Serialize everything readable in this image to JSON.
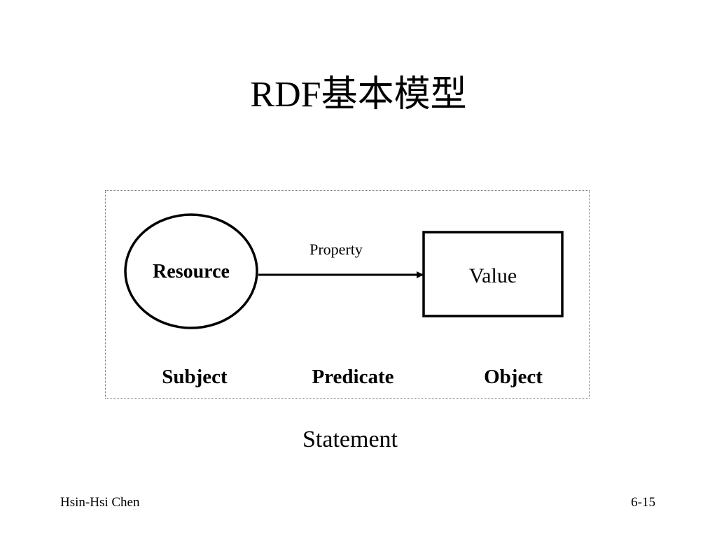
{
  "slide": {
    "title": "RDF基本模型",
    "diagram": {
      "resource_label": "Resource",
      "property_label": "Property",
      "value_label": "Value",
      "roles": {
        "subject": "Subject",
        "predicate": "Predicate",
        "object": "Object"
      },
      "caption": "Statement"
    },
    "footer": {
      "author": "Hsin-Hsi Chen",
      "page_number": "6-15"
    }
  }
}
